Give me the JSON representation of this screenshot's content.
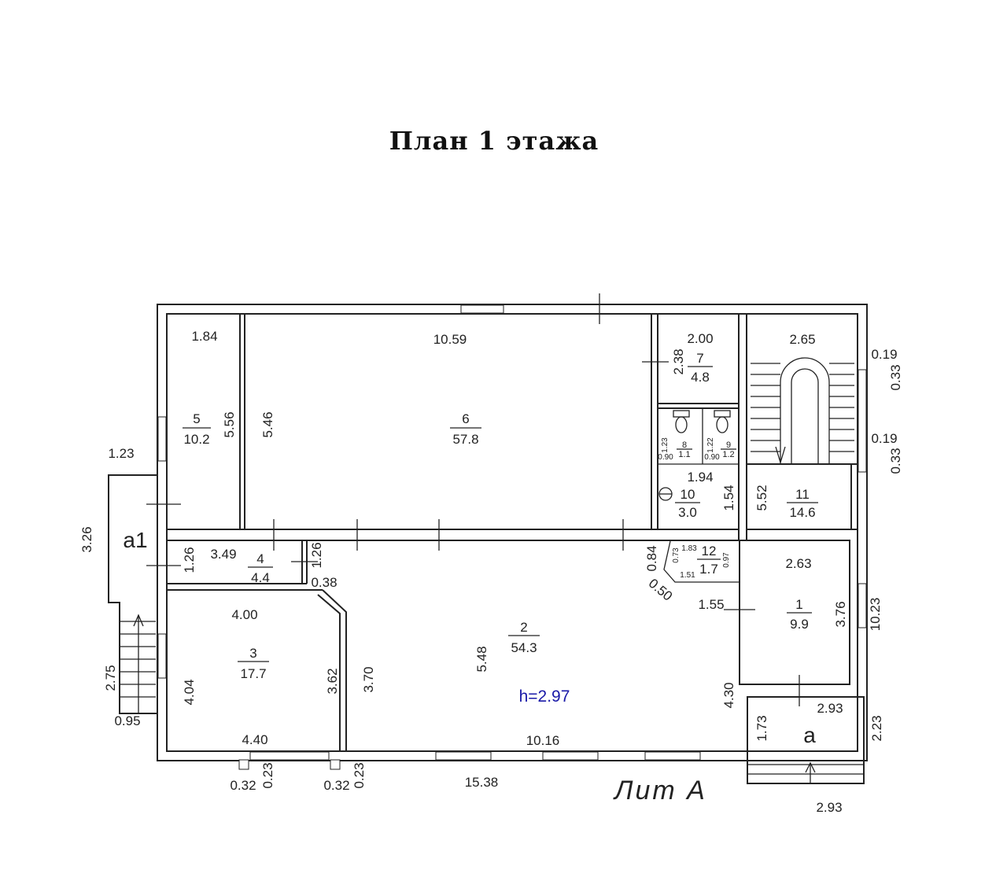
{
  "title": "План 1 этажа",
  "lit_label": "Лит А",
  "ceiling_height": "h=2.97",
  "rooms": [
    {
      "number": "1",
      "area": "9.9"
    },
    {
      "number": "2",
      "area": "54.3"
    },
    {
      "number": "3",
      "area": "17.7"
    },
    {
      "number": "4",
      "area": "4.4"
    },
    {
      "number": "5",
      "area": "10.2"
    },
    {
      "number": "6",
      "area": "57.8"
    },
    {
      "number": "7",
      "area": "4.8"
    },
    {
      "number": "8",
      "area": "1.1"
    },
    {
      "number": "9",
      "area": "1.2"
    },
    {
      "number": "10",
      "area": "3.0"
    },
    {
      "number": "11",
      "area": "14.6"
    },
    {
      "number": "12",
      "area": "1.7"
    }
  ],
  "annex_labels": {
    "a1": "a1",
    "a": "a"
  },
  "dimensions": [
    "1.84",
    "10.59",
    "2.00",
    "2.38",
    "2.65",
    "0.19",
    "0.33",
    "0.19",
    "0.33",
    "5.56",
    "5.46",
    "1.23",
    "1.94",
    "1.54",
    "5.52",
    "3.26",
    "3.49",
    "1.26",
    "1.26",
    "0.38",
    "0.84",
    "0.73",
    "1.83",
    "0.97",
    "1.51",
    "2.63",
    "0.50",
    "1.55",
    "4.00",
    "3.76",
    "10.23",
    "2.75",
    "4.04",
    "3.62",
    "3.70",
    "5.48",
    "4.30",
    "2.93",
    "1.73",
    "2.23",
    "0.95",
    "4.40",
    "10.16",
    "0.32",
    "0.23",
    "0.32",
    "0.23",
    "15.38",
    "2.93",
    "1.23",
    "0.90",
    "1.22",
    "0.90"
  ]
}
